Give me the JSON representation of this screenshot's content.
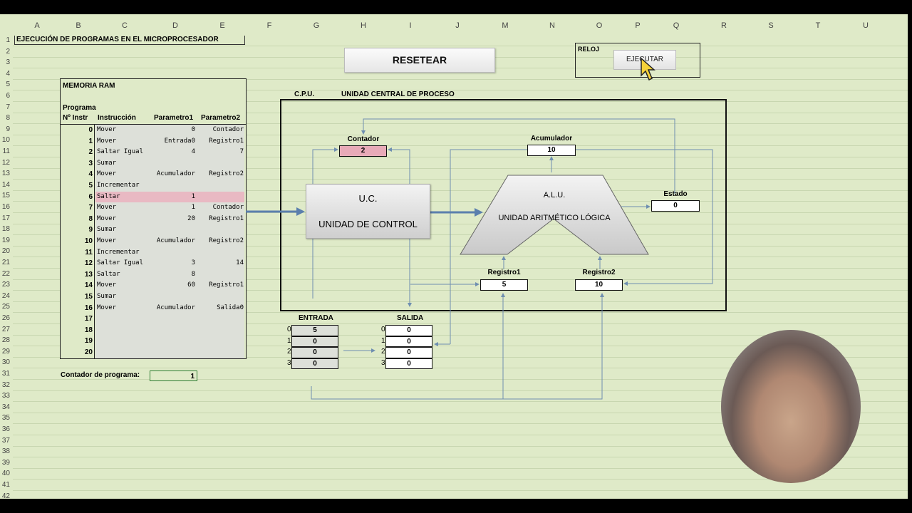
{
  "columns": [
    "A",
    "B",
    "C",
    "D",
    "E",
    "F",
    "G",
    "H",
    "I",
    "J",
    "M",
    "N",
    "O",
    "P",
    "Q",
    "R",
    "S",
    "T",
    "U"
  ],
  "rows": [
    "1",
    "2",
    "3",
    "4",
    "5",
    "6",
    "7",
    "8",
    "9",
    "10",
    "11",
    "12",
    "13",
    "14",
    "15",
    "16",
    "17",
    "18",
    "19",
    "20",
    "21",
    "22",
    "23",
    "24",
    "25",
    "26",
    "27",
    "28",
    "29",
    "30",
    "31",
    "32",
    "33",
    "34",
    "35",
    "36",
    "37",
    "38",
    "39",
    "40",
    "41",
    "42"
  ],
  "title": "EJECUCIÓN DE PROGRAMAS EN EL MICROPROCESADOR",
  "reset_button": "RESETEAR",
  "reloj": {
    "label": "RELOJ",
    "button": "EJECUTAR"
  },
  "ram": {
    "title": "MEMORIA RAM",
    "program_label": "Programa",
    "headers": [
      "Nº Instr",
      "Instrucción",
      "Parametro1",
      "Parametro2"
    ],
    "rows": [
      {
        "n": "0",
        "ins": "Mover",
        "p1": "0",
        "p2": "Contador"
      },
      {
        "n": "1",
        "ins": "Mover",
        "p1": "Entrada0",
        "p2": "Registro1"
      },
      {
        "n": "2",
        "ins": "Saltar Igual",
        "p1": "4",
        "p2": "7"
      },
      {
        "n": "3",
        "ins": "Sumar",
        "p1": "",
        "p2": ""
      },
      {
        "n": "4",
        "ins": "Mover",
        "p1": "Acumulador",
        "p2": "Registro2"
      },
      {
        "n": "5",
        "ins": "Incrementar",
        "p1": "",
        "p2": ""
      },
      {
        "n": "6",
        "ins": "Saltar",
        "p1": "1",
        "p2": ""
      },
      {
        "n": "7",
        "ins": "Mover",
        "p1": "1",
        "p2": "Contador"
      },
      {
        "n": "8",
        "ins": "Mover",
        "p1": "20",
        "p2": "Registro1"
      },
      {
        "n": "9",
        "ins": "Sumar",
        "p1": "",
        "p2": ""
      },
      {
        "n": "10",
        "ins": "Mover",
        "p1": "Acumulador",
        "p2": "Registro2"
      },
      {
        "n": "11",
        "ins": "Incrementar",
        "p1": "",
        "p2": ""
      },
      {
        "n": "12",
        "ins": "Saltar Igual",
        "p1": "3",
        "p2": "14"
      },
      {
        "n": "13",
        "ins": "Saltar",
        "p1": "8",
        "p2": ""
      },
      {
        "n": "14",
        "ins": "Mover",
        "p1": "60",
        "p2": "Registro1"
      },
      {
        "n": "15",
        "ins": "Sumar",
        "p1": "",
        "p2": ""
      },
      {
        "n": "16",
        "ins": "Mover",
        "p1": "Acumulador",
        "p2": "Salida0"
      },
      {
        "n": "17",
        "ins": "",
        "p1": "",
        "p2": ""
      },
      {
        "n": "18",
        "ins": "",
        "p1": "",
        "p2": ""
      },
      {
        "n": "19",
        "ins": "",
        "p1": "",
        "p2": ""
      },
      {
        "n": "20",
        "ins": "",
        "p1": "",
        "p2": ""
      }
    ],
    "highlighted_row": 6
  },
  "program_counter": {
    "label": "Contador de programa:",
    "value": "1"
  },
  "cpu": {
    "label": "C.P.U.",
    "name": "UNIDAD CENTRAL DE PROCESO",
    "contador": {
      "label": "Contador",
      "value": "2"
    },
    "acumulador": {
      "label": "Acumulador",
      "value": "10"
    },
    "estado": {
      "label": "Estado",
      "value": "0"
    },
    "registro1": {
      "label": "Registro1",
      "value": "5"
    },
    "registro2": {
      "label": "Registro2",
      "value": "10"
    },
    "uc": {
      "line1": "U.C.",
      "line2": "UNIDAD DE CONTROL"
    },
    "alu": {
      "line1": "A.L.U.",
      "line2": "UNIDAD ARITMÉTICO LÓGICA"
    }
  },
  "entrada": {
    "label": "ENTRADA",
    "indices": [
      "0",
      "1",
      "2",
      "3"
    ],
    "values": [
      "5",
      "0",
      "0",
      "0"
    ]
  },
  "salida": {
    "label": "SALIDA",
    "indices": [
      "0",
      "1",
      "2",
      "3"
    ],
    "values": [
      "0",
      "0",
      "0",
      "0"
    ]
  },
  "colors": {
    "sheet_bg": "#dfeac8",
    "highlight": "#e9b9c3",
    "contador_bg": "#e8aab8",
    "wire": "#6f8fb0",
    "arrow": "#5b7fad"
  }
}
